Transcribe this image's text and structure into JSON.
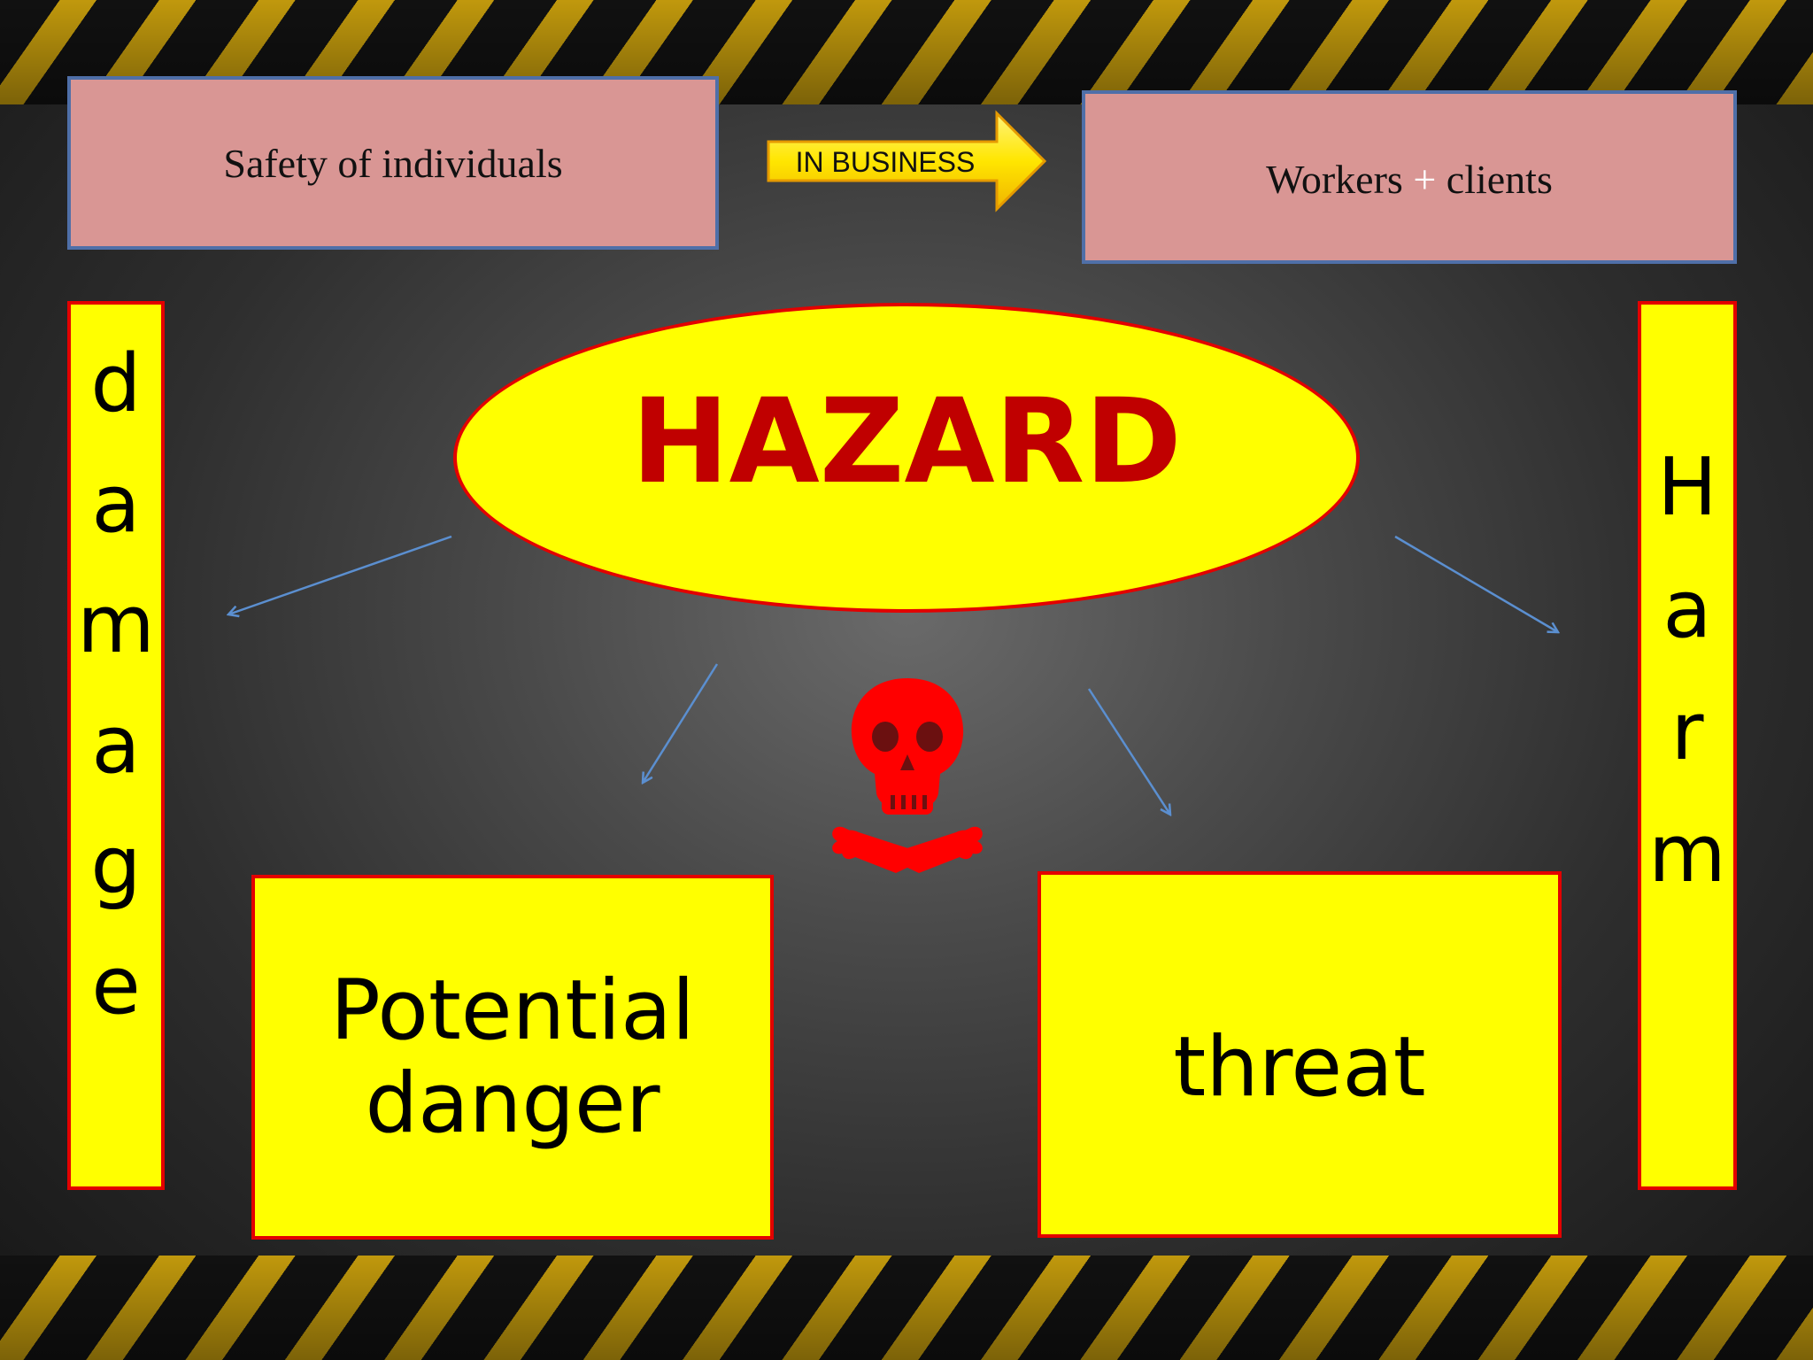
{
  "colors": {
    "stripe_yellow": "#e2b30f",
    "box_pink": "#d99694",
    "box_pink_border": "#4f6fa8",
    "highlight_yellow": "#ffff00",
    "warning_red": "#e30000",
    "hazard_text": "#c00000",
    "arrow_blue": "#5b8fd0"
  },
  "top": {
    "left_box": "Safety of individuals",
    "arrow_label": "IN BUSINESS",
    "right_box": {
      "before": "Workers ",
      "plus": "+",
      "after": " clients"
    }
  },
  "center": {
    "hazard": "HAZARD",
    "icon": "skull-and-crossbones-icon"
  },
  "side": {
    "left_letters": [
      "d",
      "a",
      "m",
      "a",
      "g",
      "e"
    ],
    "right_letters": [
      "H",
      "a",
      "r",
      "m"
    ]
  },
  "bottom": {
    "left_box_line1": "Potential",
    "left_box_line2": "danger",
    "right_box": "threat"
  }
}
